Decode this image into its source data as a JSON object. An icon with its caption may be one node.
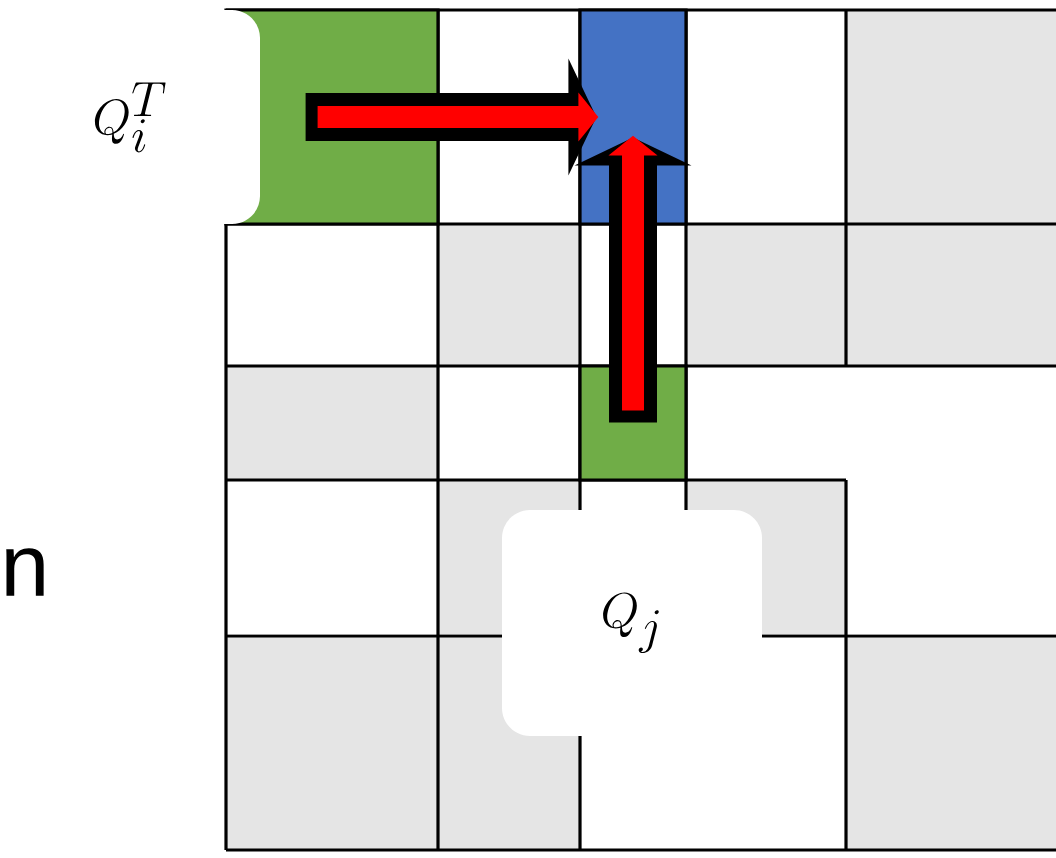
{
  "diagram": {
    "nodes": [
      {
        "text": [
          "Q_i^T"
        ]
      },
      {
        "text": [],
        "shape": "box"
      },
      {
        "text": [],
        "shape": "box"
      },
      {
        "text": [],
        "shape": "box"
      },
      {
        "text": [
          "Q_j"
        ]
      }
    ],
    "edges": [
      {
        "from": 1,
        "to": 2,
        "arrow": "to"
      },
      {
        "from": 3,
        "to": 2,
        "arrow": "to"
      }
    ],
    "labels": [
      "n"
    ]
  }
}
